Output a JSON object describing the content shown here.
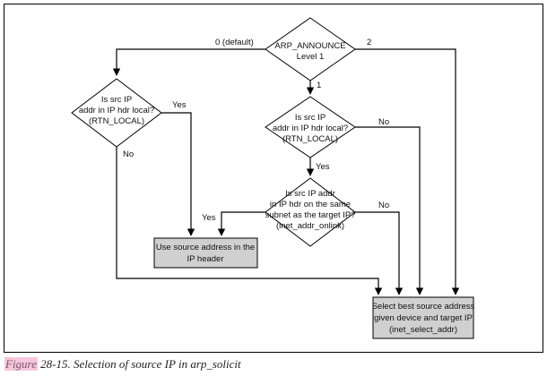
{
  "diagram": {
    "decisions": {
      "arp_announce": [
        "ARP_ANNOUNCE",
        "Level 1"
      ],
      "left_check": [
        "Is src IP",
        "addr in IP hdr local?",
        "(RTN_LOCAL)"
      ],
      "mid_check": [
        "Is src IP",
        "addr in IP hdr local?",
        "(RTN_LOCAL)"
      ],
      "subnet_check": [
        "Is src IP addr",
        "in IP hdr on the same",
        "subnet as the target IP?",
        "(inet_addr_onlink)"
      ]
    },
    "actions": {
      "use_source": [
        "Use source address in the",
        "IP header"
      ],
      "select_best": [
        "Select best source address",
        "given device and target IP",
        "(inet_select_addr)"
      ]
    },
    "edge_labels": {
      "level0": "0 (default)",
      "level2": "2",
      "level1": "1",
      "left_yes": "Yes",
      "left_no": "No",
      "mid_yes": "Yes",
      "mid_no": "No",
      "subnet_yes": "Yes",
      "subnet_no": "No"
    },
    "colors": {
      "action_fill": "#d0d0d0",
      "stroke": "#000000",
      "caption_highlight": "#f6c6dc"
    }
  },
  "caption": {
    "figure": "Figure",
    "text": "28-15. Selection of source IP in arp_solicit"
  }
}
